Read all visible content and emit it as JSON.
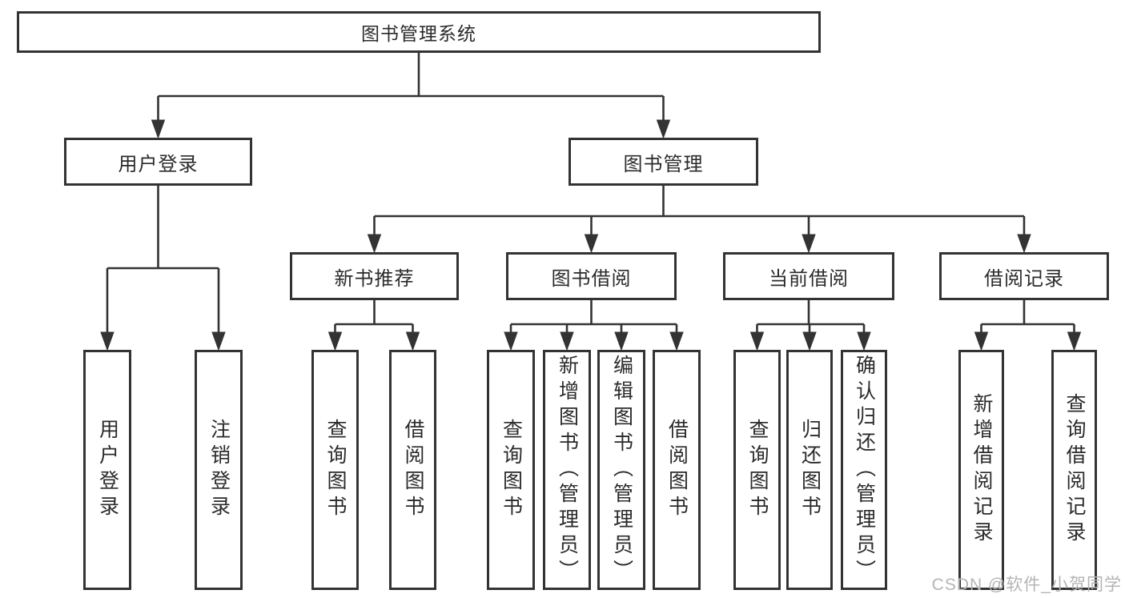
{
  "page": {
    "background": "#ffffff",
    "line_color": "#333333",
    "text_color": "#2b2b2b",
    "watermark_color": "#b4b4b4"
  },
  "nodes": {
    "root": {
      "label": "图书管理系统"
    },
    "user_login": {
      "label": "用户登录"
    },
    "book_mgmt": {
      "label": "图书管理"
    },
    "leaf_user_login": {
      "label": "用户登录"
    },
    "leaf_logout": {
      "label": "注销登录"
    },
    "new_book_rec": {
      "label": "新书推荐"
    },
    "book_borrow": {
      "label": "图书借阅"
    },
    "current_borrow": {
      "label": "当前借阅"
    },
    "borrow_record": {
      "label": "借阅记录"
    },
    "rec_query_book": {
      "label": "查询图书"
    },
    "rec_borrow_book": {
      "label": "借阅图书"
    },
    "bor_query_book": {
      "label": "查询图书"
    },
    "bor_add_book": {
      "label": "新增图书（管理员）"
    },
    "bor_edit_book": {
      "label": "编辑图书（管理员）"
    },
    "bor_borrow_book": {
      "label": "借阅图书"
    },
    "cur_query_book": {
      "label": "查询图书"
    },
    "cur_return_book": {
      "label": "归还图书"
    },
    "cur_confirm_return": {
      "label": "确认归还（管理员）"
    },
    "record_add": {
      "label": "新增借阅记录"
    },
    "record_query": {
      "label": "查询借阅记录"
    }
  },
  "hierarchy": {
    "图书管理系统": {
      "用户登录": [
        "用户登录",
        "注销登录"
      ],
      "图书管理": {
        "新书推荐": [
          "查询图书",
          "借阅图书"
        ],
        "图书借阅": [
          "查询图书",
          "新增图书（管理员）",
          "编辑图书（管理员）",
          "借阅图书"
        ],
        "当前借阅": [
          "查询图书",
          "归还图书",
          "确认归还（管理员）"
        ],
        "借阅记录": [
          "新增借阅记录",
          "查询借阅记录"
        ]
      }
    }
  },
  "watermark": {
    "text": "CSDN @软件_小贺同学"
  }
}
